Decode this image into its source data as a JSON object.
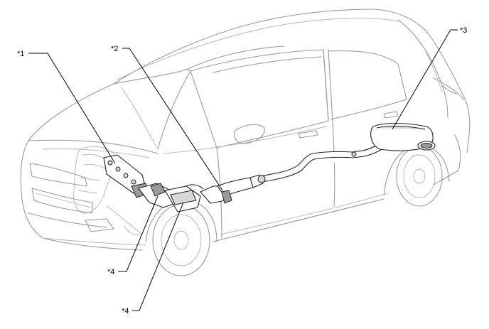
{
  "callouts": [
    {
      "id": "c1",
      "label": "*1"
    },
    {
      "id": "c2",
      "label": "*2"
    },
    {
      "id": "c3",
      "label": "*3"
    },
    {
      "id": "c4a",
      "label": "*4"
    },
    {
      "id": "c4b",
      "label": "*4"
    }
  ]
}
